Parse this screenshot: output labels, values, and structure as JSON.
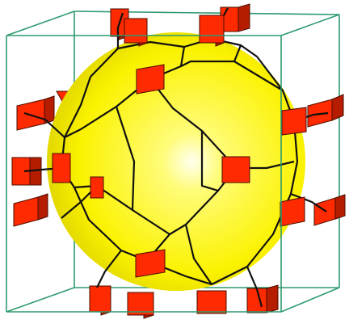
{
  "figure": {
    "description_visible": "",
    "colors": {
      "background": "#ffffff",
      "cage": "#2e9a6e",
      "sphere_center": "#fffff0",
      "sphere_mid": "#fbf200",
      "sphere_edge": "#d7cc00",
      "node_face": "#ff2a00",
      "node_side": "#b51c00",
      "node_stroke": "#4a0c00",
      "bond": "#111111"
    },
    "elements": {
      "cage": "unit-cell-cube",
      "sphere": "cavity-sphere",
      "nodes": "square-building-units",
      "bonds": "linker-edges"
    }
  }
}
